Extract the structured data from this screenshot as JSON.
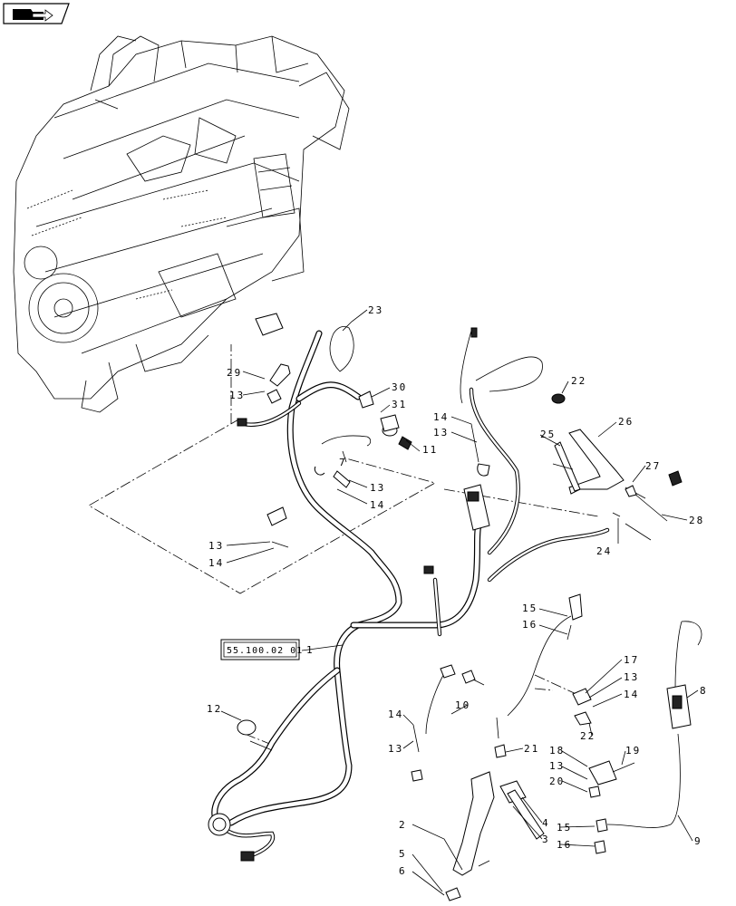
{
  "nav_icon": "folder-arrow-icon",
  "reference_box": "55.100.02 01",
  "callouts": {
    "c1": "1",
    "c2": "2",
    "c3": "3",
    "c4": "4",
    "c5": "5",
    "c6": "6",
    "c7": "7",
    "c8": "8",
    "c9": "9",
    "c10": "10",
    "c11": "11",
    "c12": "12",
    "c13a": "13",
    "c13b": "13",
    "c13c": "13",
    "c13d": "13",
    "c13e": "13",
    "c13f": "13",
    "c13g": "13",
    "c14a": "14",
    "c14b": "14",
    "c14c": "14",
    "c14d": "14",
    "c14e": "14",
    "c15a": "15",
    "c15b": "15",
    "c16a": "16",
    "c16b": "16",
    "c17": "17",
    "c18": "18",
    "c19": "19",
    "c20": "20",
    "c21": "21",
    "c22a": "22",
    "c22b": "22",
    "c23": "23",
    "c24": "24",
    "c25": "25",
    "c26": "26",
    "c27": "27",
    "c28": "28",
    "c29": "29",
    "c30": "30",
    "c31": "31"
  }
}
